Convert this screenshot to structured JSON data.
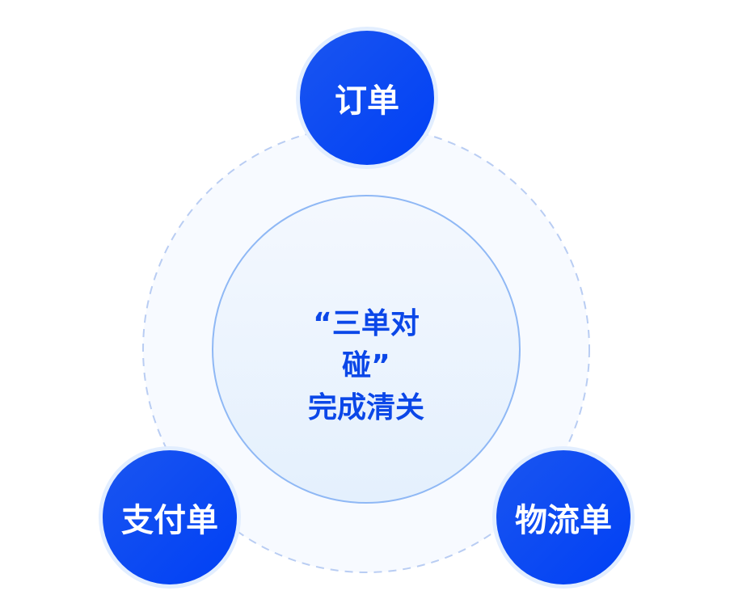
{
  "center": {
    "line1": "“三单对",
    "line2": "碰”",
    "line3": "完成清关"
  },
  "nodes": {
    "top": "订单",
    "left": "支付单",
    "right": "物流单"
  },
  "colors": {
    "accent": "#0b47e8",
    "node_fill": "#0a48f2",
    "ring": "#8fb8f5"
  }
}
